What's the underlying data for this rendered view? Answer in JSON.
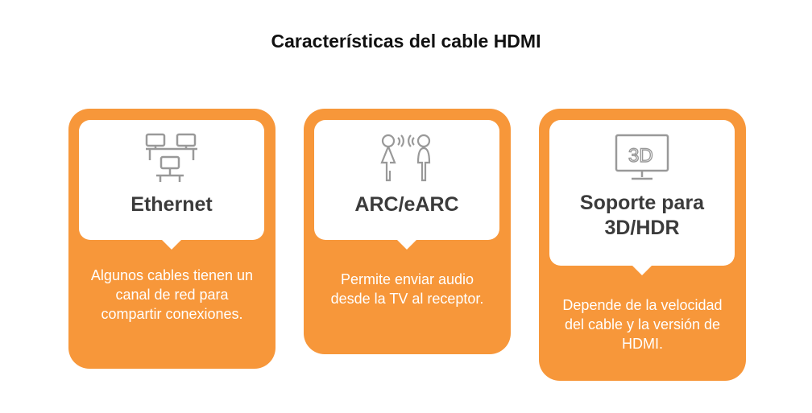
{
  "title": "Características del cable HDMI",
  "cards": [
    {
      "heading": "Ethernet",
      "description": "Algunos cables tienen un canal de red para compartir conexiones.",
      "icon": "network-computers-icon"
    },
    {
      "heading": "ARC/eARC",
      "description": "Permite enviar audio desde la TV al receptor.",
      "icon": "people-audio-icon"
    },
    {
      "heading": "Soporte para 3D/HDR",
      "description": "Depende de la velocidad del cable y la versión de HDMI.",
      "icon": "3d-monitor-icon"
    }
  ],
  "colors": {
    "accent": "#F7973A"
  }
}
